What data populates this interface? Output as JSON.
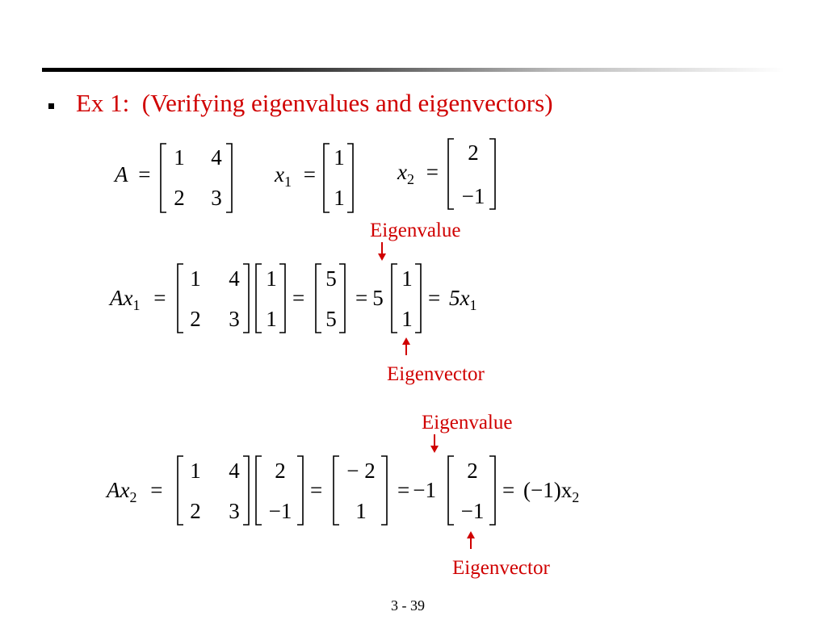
{
  "slide": {
    "heading": "Ex 1:  (Verifying eigenvalues and eigenvectors)",
    "page_number": "3 - 39"
  },
  "defs": {
    "A_label": "A",
    "x1_label": "x",
    "x1_sub": "1",
    "x2_label": "x",
    "x2_sub": "2",
    "eq": "=",
    "A": [
      "1",
      "4",
      "2",
      "3"
    ],
    "x1": [
      "1",
      "1"
    ],
    "x2": [
      "2",
      "−1"
    ]
  },
  "eq1": {
    "lhs": "Ax",
    "lhs_sub": "1",
    "A": [
      "1",
      "4",
      "2",
      "3"
    ],
    "x": [
      "1",
      "1"
    ],
    "result": [
      "5",
      "5"
    ],
    "scalar": "5",
    "vec": [
      "1",
      "1"
    ],
    "rhs": "5x",
    "rhs_sub": "1"
  },
  "eq2": {
    "lhs": "Ax",
    "lhs_sub": "2",
    "A": [
      "1",
      "4",
      "2",
      "3"
    ],
    "x": [
      "2",
      "−1"
    ],
    "result": [
      "− 2",
      "1"
    ],
    "scalar": "−1",
    "vec": [
      "2",
      "−1"
    ],
    "rhs": "(−1)x",
    "rhs_sub": "2"
  },
  "annotations": {
    "eigenvalue_1": "Eigenvalue",
    "eigenvector_1": "Eigenvector",
    "eigenvalue_2": "Eigenvalue",
    "eigenvector_2": "Eigenvector"
  },
  "colors": {
    "accent": "#d00000",
    "text": "#000000"
  }
}
